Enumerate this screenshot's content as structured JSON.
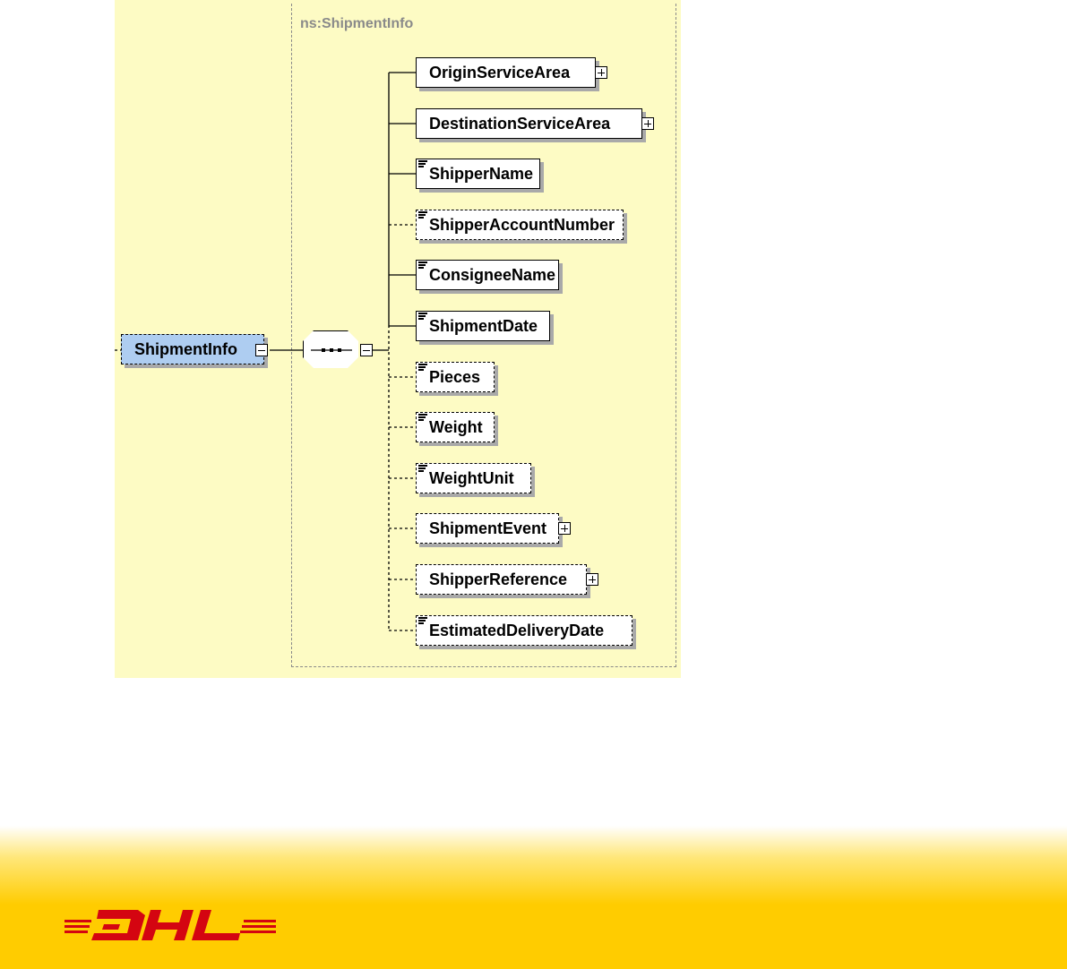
{
  "namespace_label": "ns:ShipmentInfo",
  "root": {
    "label": "ShipmentInfo",
    "toggle": "collapse"
  },
  "compositor": {
    "type": "sequence",
    "toggle": "collapse"
  },
  "children": [
    {
      "label": "OriginServiceArea",
      "optional": false,
      "simple": false,
      "expandable": true
    },
    {
      "label": "DestinationServiceArea",
      "optional": false,
      "simple": false,
      "expandable": true
    },
    {
      "label": "ShipperName",
      "optional": false,
      "simple": true,
      "expandable": false
    },
    {
      "label": "ShipperAccountNumber",
      "optional": true,
      "simple": true,
      "expandable": false
    },
    {
      "label": "ConsigneeName",
      "optional": false,
      "simple": true,
      "expandable": false
    },
    {
      "label": "ShipmentDate",
      "optional": false,
      "simple": true,
      "expandable": false
    },
    {
      "label": "Pieces",
      "optional": true,
      "simple": true,
      "expandable": false
    },
    {
      "label": "Weight",
      "optional": true,
      "simple": true,
      "expandable": false
    },
    {
      "label": "WeightUnit",
      "optional": true,
      "simple": true,
      "expandable": false
    },
    {
      "label": "ShipmentEvent",
      "optional": true,
      "simple": false,
      "expandable": true
    },
    {
      "label": "ShipperReference",
      "optional": true,
      "simple": false,
      "expandable": true
    },
    {
      "label": "EstimatedDeliveryDate",
      "optional": true,
      "simple": true,
      "expandable": false
    }
  ],
  "brand": {
    "logo_text": "DHL",
    "logo_color": "#d40511",
    "band_color": "#ffcc00"
  }
}
